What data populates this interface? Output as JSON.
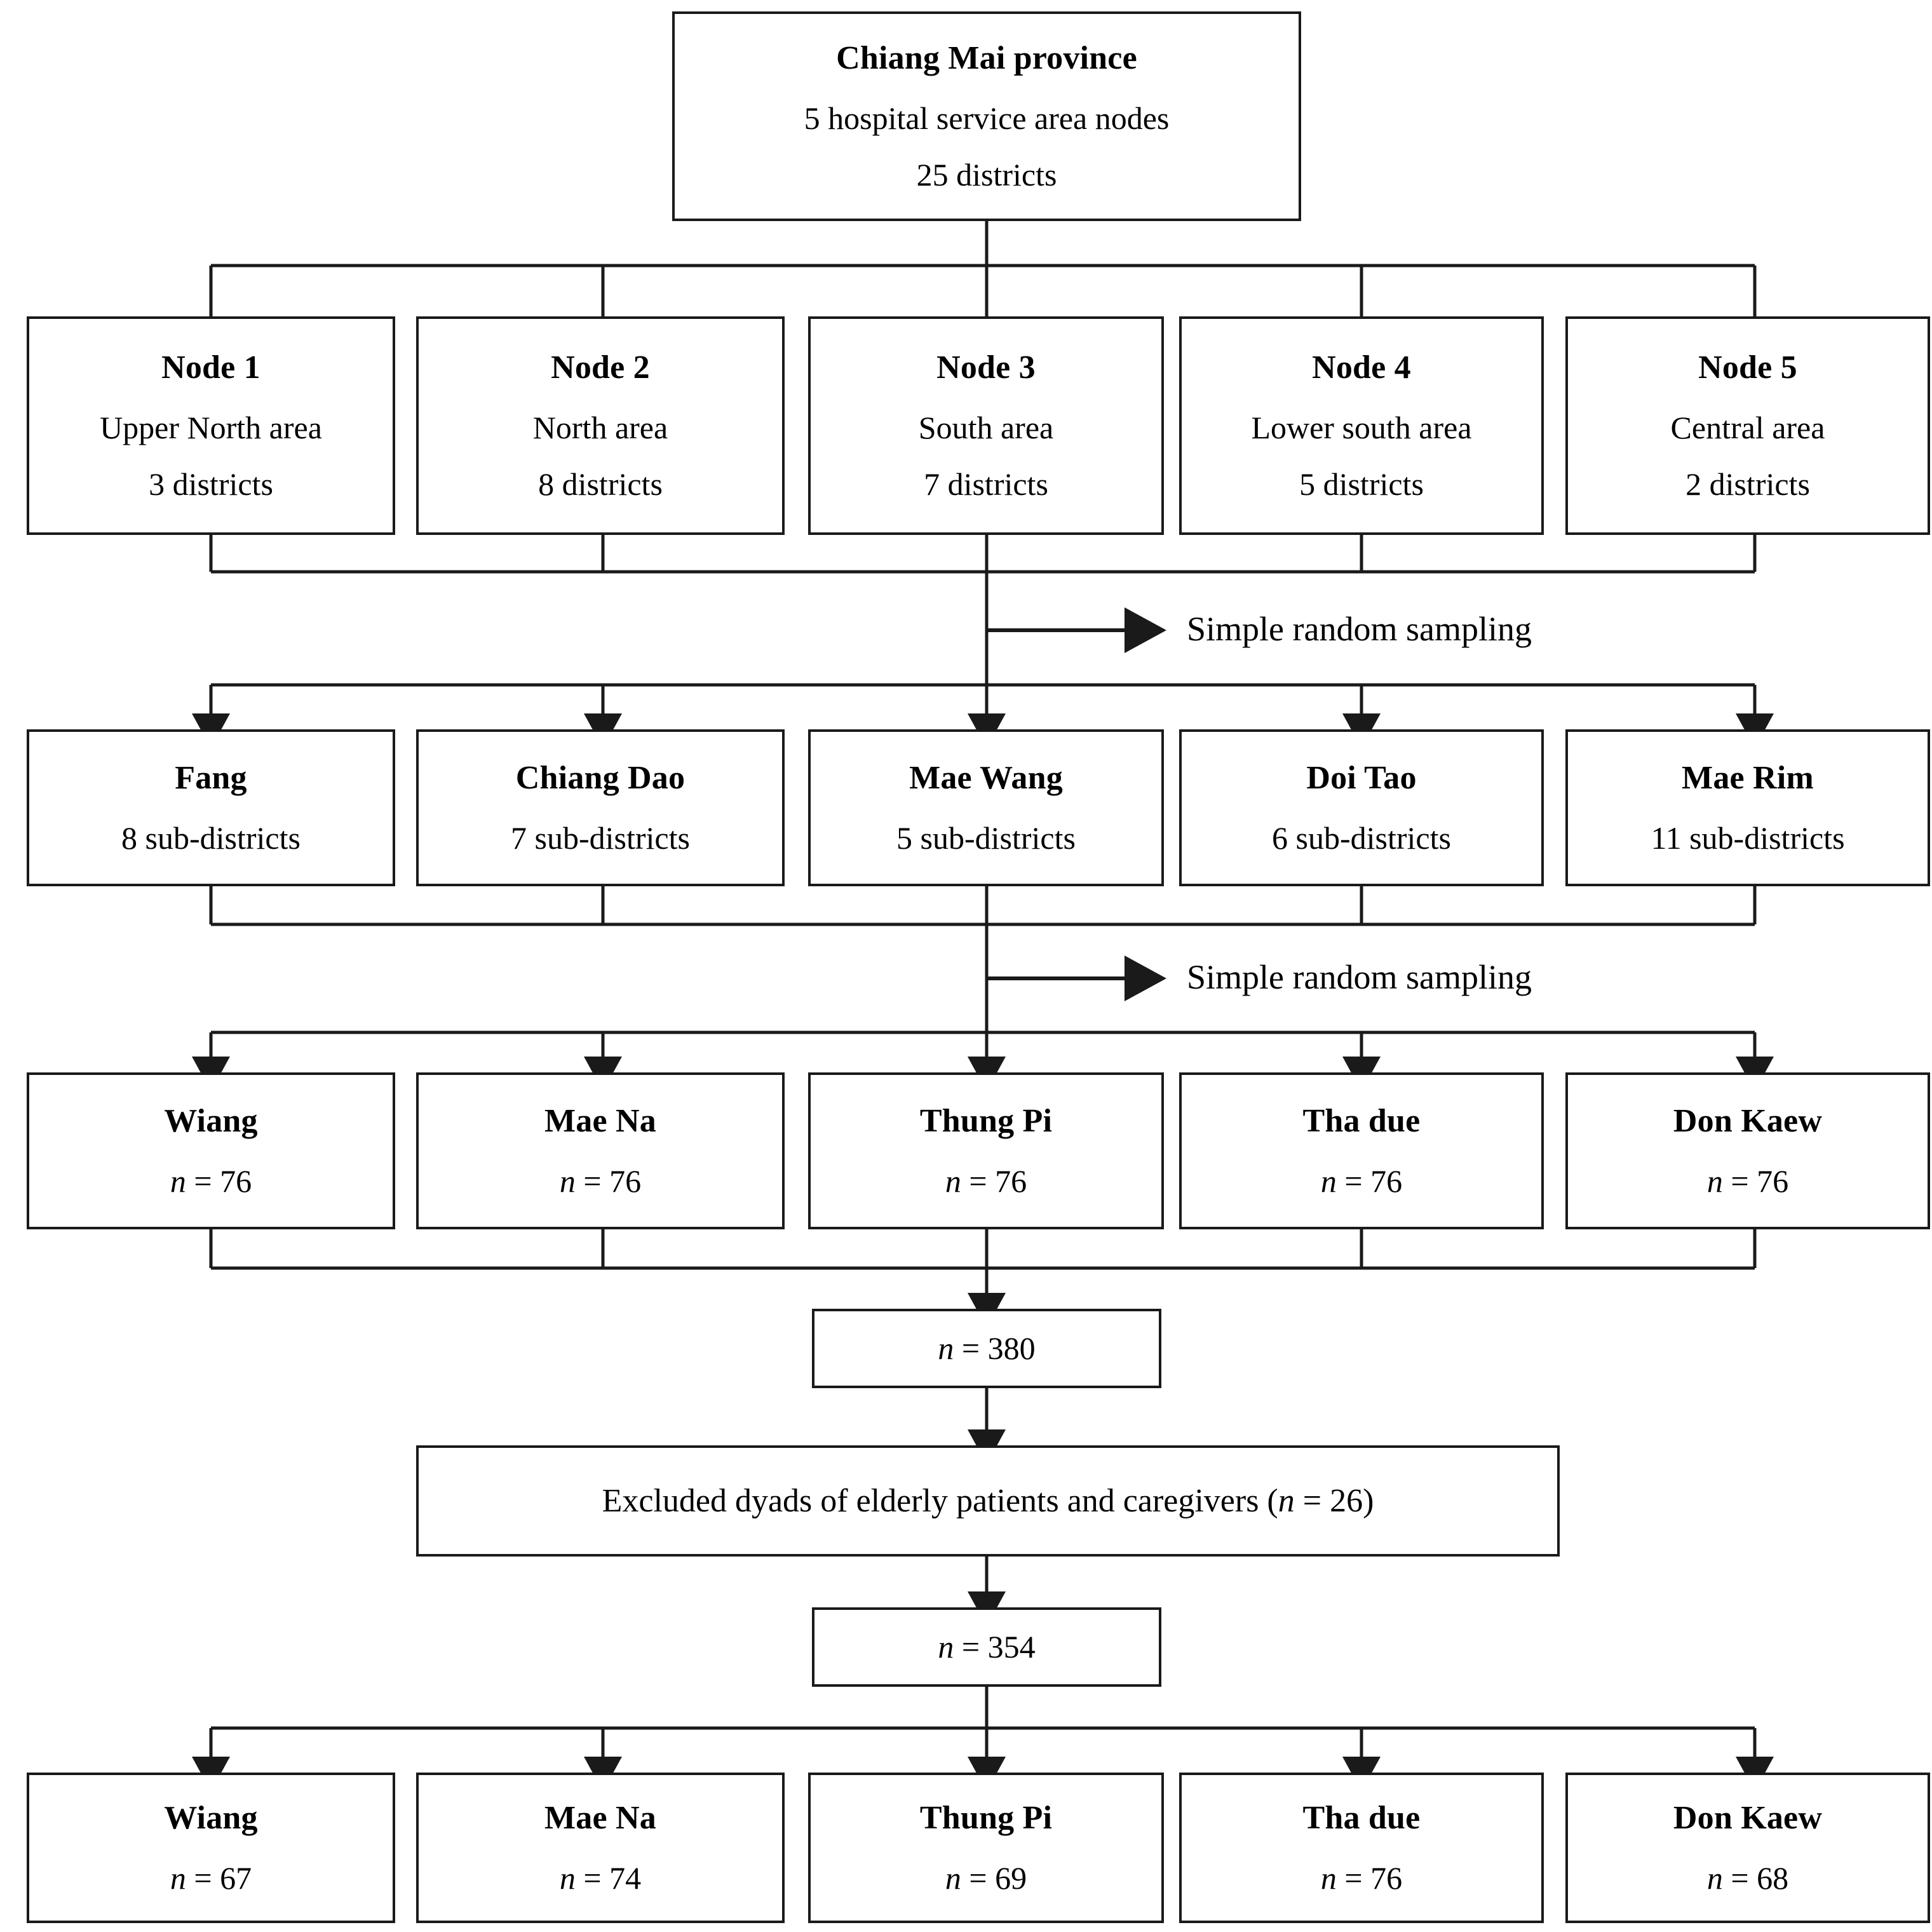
{
  "figure": {
    "type": "flowchart",
    "orientation": "top-down",
    "background_color": "#ffffff",
    "line_color": "#1a1a1a"
  },
  "root": {
    "title": "Chiang Mai province",
    "line2": "5 hospital service area nodes",
    "line3": "25 districts"
  },
  "nodes_row": {
    "items": [
      {
        "title": "Node 1",
        "area": "Upper North area",
        "districts": "3 districts"
      },
      {
        "title": "Node 2",
        "area": "North area",
        "districts": "8 districts"
      },
      {
        "title": "Node 3",
        "area": "South area",
        "districts": "7 districts"
      },
      {
        "title": "Node 4",
        "area": "Lower south area",
        "districts": "5 districts"
      },
      {
        "title": "Node 5",
        "area": "Central area",
        "districts": "2 districts"
      }
    ]
  },
  "sampling_label_1": "Simple random sampling",
  "districts_row": {
    "items": [
      {
        "title": "Fang",
        "subdistricts": "8 sub-districts"
      },
      {
        "title": "Chiang Dao",
        "subdistricts": "7 sub-districts"
      },
      {
        "title": "Mae Wang",
        "subdistricts": "5 sub-districts"
      },
      {
        "title": "Doi Tao",
        "subdistricts": "6 sub-districts"
      },
      {
        "title": "Mae Rim",
        "subdistricts": "11 sub-districts"
      }
    ]
  },
  "sampling_label_2": "Simple random sampling",
  "subdistricts_row": {
    "items": [
      {
        "title": "Wiang",
        "n_prefix": "n",
        "n_eq": " = ",
        "n_value": "76"
      },
      {
        "title": "Mae Na",
        "n_prefix": "n",
        "n_eq": " = ",
        "n_value": "76"
      },
      {
        "title": "Thung Pi",
        "n_prefix": "n",
        "n_eq": " = ",
        "n_value": "76"
      },
      {
        "title": "Tha due",
        "n_prefix": "n",
        "n_eq": " = ",
        "n_value": "76"
      },
      {
        "title": "Don Kaew",
        "n_prefix": "n",
        "n_eq": " = ",
        "n_value": "76"
      }
    ]
  },
  "total_before": {
    "n_prefix": "n",
    "n_eq": " = ",
    "n_value": "380"
  },
  "excluded": {
    "text_before": "Excluded dyads of elderly patients and caregivers (",
    "n_prefix": "n",
    "n_eq": " = ",
    "n_value": "26",
    "text_after": ")"
  },
  "total_after": {
    "n_prefix": "n",
    "n_eq": " = ",
    "n_value": "354"
  },
  "final_row": {
    "items": [
      {
        "title": "Wiang",
        "n_prefix": "n",
        "n_eq": " = ",
        "n_value": "67"
      },
      {
        "title": "Mae Na",
        "n_prefix": "n",
        "n_eq": " = ",
        "n_value": "74"
      },
      {
        "title": "Thung Pi",
        "n_prefix": "n",
        "n_eq": " = ",
        "n_value": "69"
      },
      {
        "title": "Tha due",
        "n_prefix": "n",
        "n_eq": " = ",
        "n_value": "76"
      },
      {
        "title": "Don Kaew",
        "n_prefix": "n",
        "n_eq": " = ",
        "n_value": "68"
      }
    ]
  }
}
